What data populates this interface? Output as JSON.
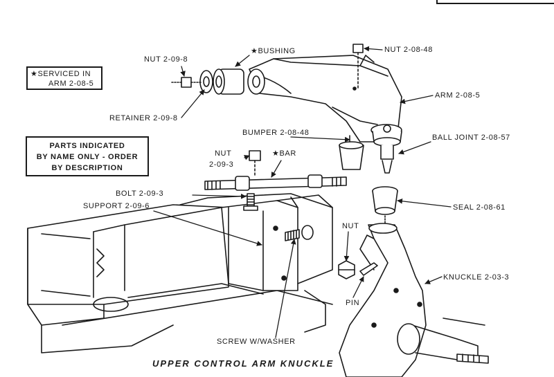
{
  "title": "UPPER CONTROL ARM KNUCKLE",
  "notes": {
    "serviced_line1": "SERVICED IN",
    "serviced_line2": "ARM 2-08-5",
    "parts_line1": "PARTS INDICATED",
    "parts_line2": "BY NAME ONLY - ORDER",
    "parts_line3": "BY DESCRIPTION"
  },
  "labels": {
    "nut_2_09_8": "NUT 2-09-8",
    "bushing": "BUSHING",
    "nut_2_08_48": "NUT 2-08-48",
    "retainer": "RETAINER 2-09-8",
    "arm": "ARM 2-08-5",
    "bumper": "BUMPER 2-08-48",
    "ball_joint": "BALL JOINT 2-08-57",
    "nut_2_09_3_a": "NUT",
    "nut_2_09_3_b": "2-09-3",
    "bar": "BAR",
    "bolt": "BOLT 2-09-3",
    "support": "SUPPORT 2-09-6",
    "seal": "SEAL 2-08-61",
    "nut": "NUT",
    "knuckle": "KNUCKLE 2-03-3",
    "pin": "PIN",
    "screw": "SCREW W/WASHER"
  },
  "star_glyph": "★"
}
